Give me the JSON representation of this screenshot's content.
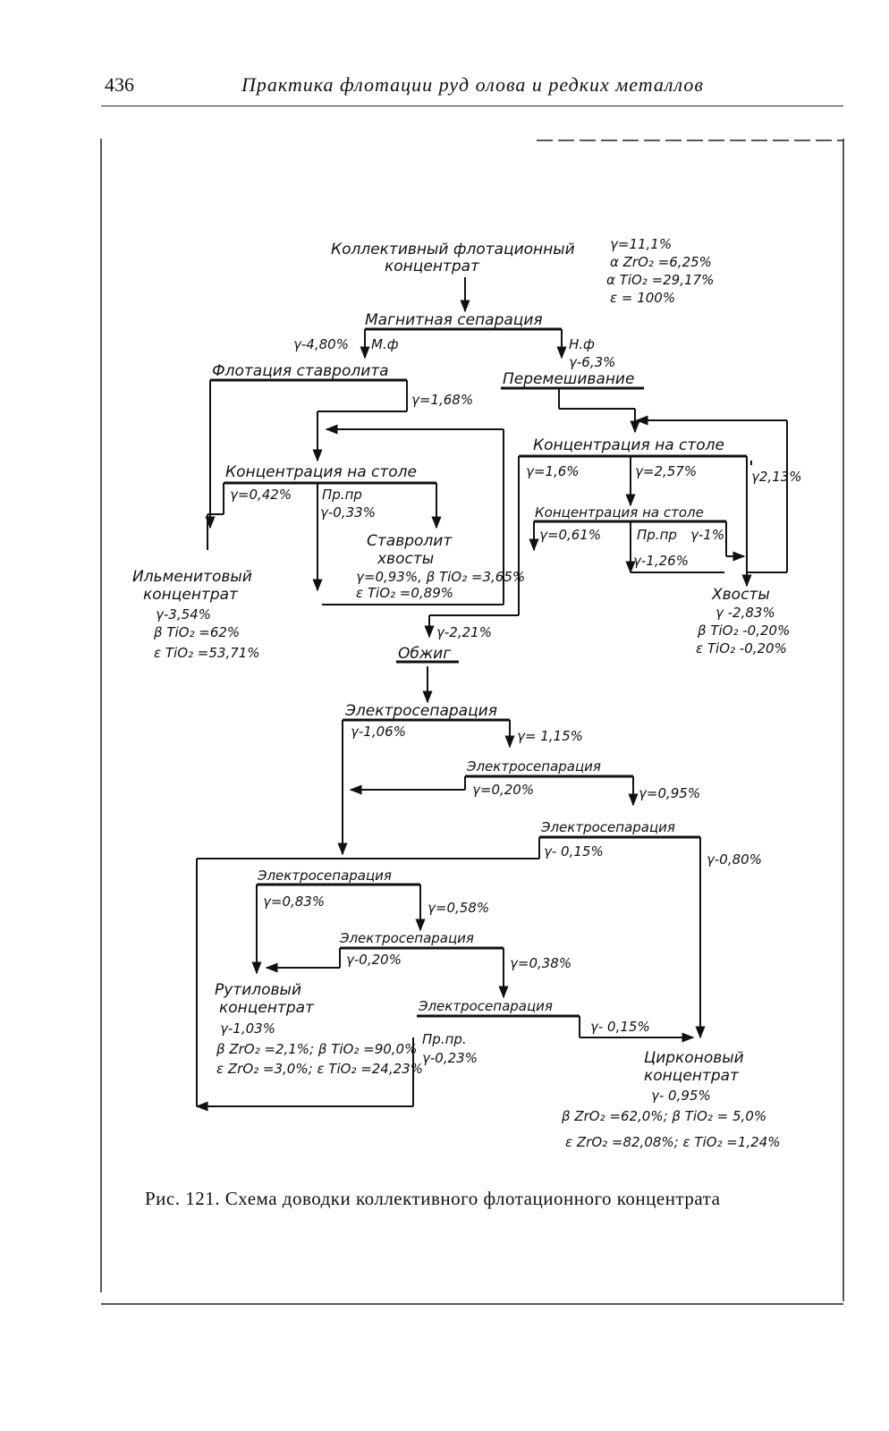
{
  "header": {
    "page_number": "436",
    "running_title": "Практика флотации руд олова и редких металлов"
  },
  "nodes": {
    "feed": {
      "line1": "Коллективный флотационный",
      "line2": "концентрат"
    },
    "feed_stats": [
      "γ=11,1%",
      "α ZrO₂ =6,25%",
      "α TiO₂ =29,17%",
      "ε = 100%"
    ],
    "magnetic": "Магнитная сепарация",
    "mf_gamma": "γ-4,80%",
    "mf": "М.ф",
    "nf": "Н.ф",
    "nf_gamma": "γ-6,3%",
    "staurolite_flot": "Флотация ставролита",
    "sf_gamma": "γ=1,68%",
    "mixing": "Перемешивание",
    "table1": "Концентрация на столе",
    "t1_conc": "γ=0,42%",
    "t1_mid_label": "Пр.пр",
    "t1_mid": "γ-0,33%",
    "staurolite_tail": {
      "line1": "Ставролит",
      "line2": "хвосты",
      "line3": "γ=0,93%, β TiO₂ =3,65%",
      "line4": "ε TiO₂ =0,89%"
    },
    "ilmenite": {
      "line1": "Ильменитовый",
      "line2": "концентрат",
      "line3": "γ-3,54%",
      "line4": "β TiO₂ =62%",
      "line5": "ε TiO₂ =53,71%"
    },
    "table2": "Концентрация на столе",
    "t2_a": "γ=1,6%",
    "t2_b": "γ=2,57%",
    "t2_c": "γ2,13%",
    "table3": "Концентрация на столе",
    "t3_conc": "γ=0,61%",
    "t3_mid_label": "Пр.пр",
    "t3_mid_gamma": "γ-1%",
    "t3_b": "γ-1,26%",
    "tails": {
      "line1": "Хвосты",
      "line2": "γ -2,83%",
      "line3": "β TiO₂ -0,20%",
      "line4": "ε TiO₂ -0,20%"
    },
    "roast_gamma": "γ-2,21%",
    "roast": "Обжиг",
    "es1": "Электросепарация",
    "es1_l": "γ-1,06%",
    "es1_r": "γ= 1,15%",
    "es2": "Электросепарация",
    "es2_l": "γ=0,20%",
    "es2_r": "γ=0,95%",
    "es3": "Электросепарация",
    "es3_l": "γ- 0,15%",
    "es3_r": "γ-0,80%",
    "es4": "Электросепарация",
    "es4_l": "γ=0,83%",
    "es4_r": "γ=0,58%",
    "es5": "Электросепарация",
    "es5_l": "γ-0,20%",
    "es5_r": "γ=0,38%",
    "es6": "Электросепарация",
    "es6_mid_label": "Пр.пр.",
    "es6_mid": "γ-0,23%",
    "es6_r": "γ- 0,15%",
    "rutile": {
      "line1": "Рутиловый",
      "line2": "концентрат",
      "line3": "γ-1,03%",
      "line4": "β ZrO₂ =2,1%; β TiO₂ =90,0%",
      "line5": "ε ZrO₂ =3,0%; ε TiO₂ =24,23%"
    },
    "zircon": {
      "line1": "Цирконовый",
      "line2": "концентрат",
      "line3": "γ- 0,95%",
      "line4": "β ZrO₂ =62,0%; β TiO₂ = 5,0%",
      "line5": "ε ZrO₂ =82,08%; ε TiO₂ =1,24%"
    }
  },
  "caption": "Рис. 121. Схема доводки коллективного флотационного концентрата"
}
